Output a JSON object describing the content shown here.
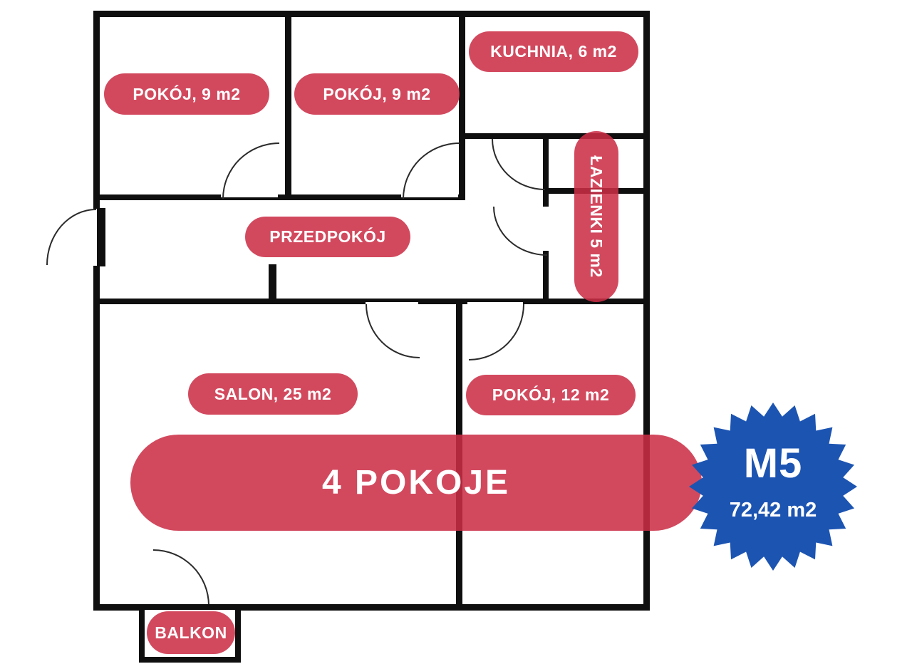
{
  "palette": {
    "wall": "#0f0f0f",
    "arc": "#2a2a2a",
    "red": "#cb2e46",
    "red_alpha": 0.87,
    "blue": "#1c54b2",
    "label_text": "#ffffff"
  },
  "rooms": {
    "pokoj1": {
      "label": "POKÓJ, 9 m2"
    },
    "pokoj2": {
      "label": "POKÓJ, 9 m2"
    },
    "kuchnia": {
      "label": "KUCHNIA, 6 m2"
    },
    "lazienki": {
      "label": "ŁAZIENKI 5 m2"
    },
    "przedpokoj": {
      "label": "PRZEDPOKÓJ"
    },
    "salon": {
      "label": "SALON, 25 m2"
    },
    "pokoj3": {
      "label": "POKÓJ, 12 m2"
    },
    "balkon": {
      "label": "BALKON"
    }
  },
  "banner": {
    "label": "4 POKOJE"
  },
  "badge": {
    "title": "M5",
    "area": "72,42 m2"
  }
}
